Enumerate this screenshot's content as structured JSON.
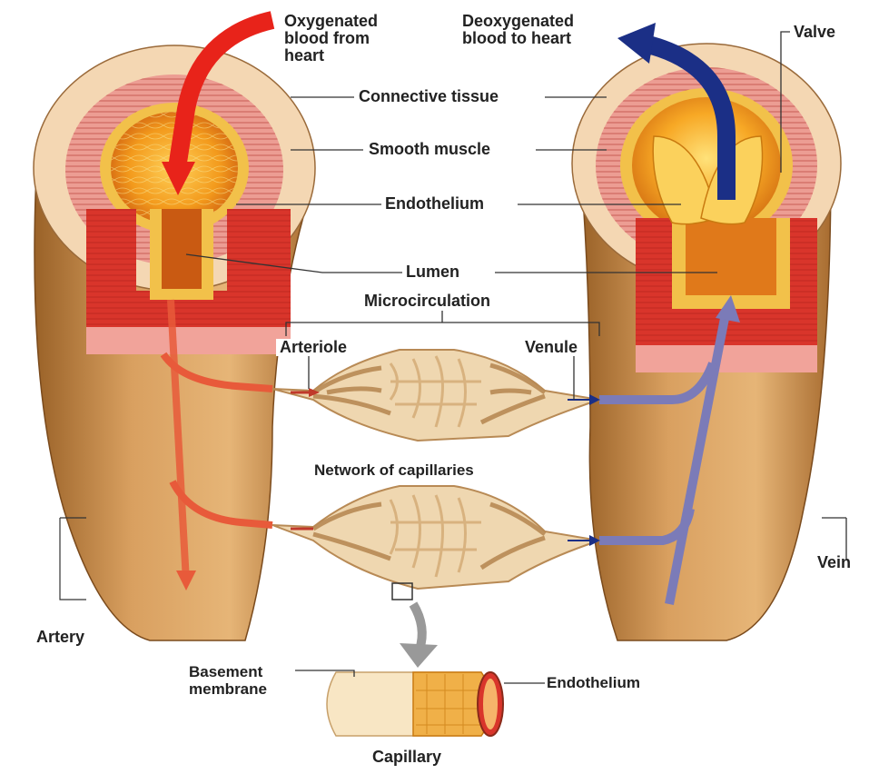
{
  "labels": {
    "oxygenated": [
      "Oxygenated",
      "blood from",
      "heart"
    ],
    "deoxygenated": [
      "Deoxygenated",
      "blood to heart"
    ],
    "valve": "Valve",
    "connective_tissue": "Connective tissue",
    "smooth_muscle": "Smooth muscle",
    "endothelium_top": "Endothelium",
    "lumen": "Lumen",
    "microcirculation": "Microcirculation",
    "arteriole": "Arteriole",
    "venule": "Venule",
    "network_of_capillaries": "Network of capillaries",
    "artery": "Artery",
    "vein": "Vein",
    "basement_membrane": [
      "Basement",
      "membrane"
    ],
    "endothelium_capillary": "Endothelium",
    "capillary": "Capillary"
  },
  "colors": {
    "oxygenated_arrow": "#e8231a",
    "deoxygenated_arrow": "#1b2f86",
    "vessel_tan": "#c98f4e",
    "smooth_muscle": "#d9352b",
    "connective_tissue": "#f6d7b5",
    "endothelium": "#f2c14a",
    "lumen": "#f29a1a",
    "venous_flow": "#7b7bb8",
    "capillary": "#efd7b0"
  }
}
